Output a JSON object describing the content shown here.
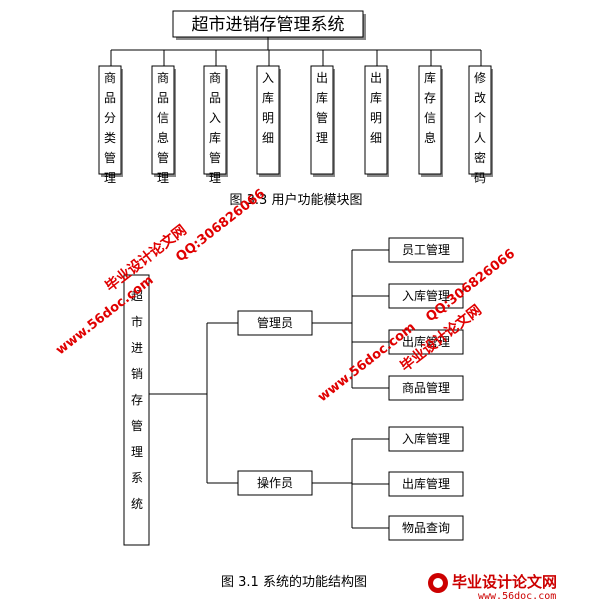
{
  "diagram1": {
    "title": "超市进销存管理系统",
    "modules": [
      "商品分类管理",
      "商品信息管理",
      "商品入库管理",
      "入库明细",
      "出库管理",
      "出库明细",
      "库存信息",
      "修改个人密码"
    ],
    "caption": "图 3.3 用户功能模块图"
  },
  "diagram2": {
    "root": "超市进销存管理系统",
    "groups": [
      {
        "label": "管理员",
        "items": [
          "员工管理",
          "入库管理",
          "出库管理",
          "商品管理"
        ]
      },
      {
        "label": "操作员",
        "items": [
          "入库管理",
          "出库管理",
          "物品查询"
        ]
      }
    ],
    "caption": "图 3.1 系统的功能结构图"
  },
  "watermarks": {
    "site": "www.56doc.com",
    "qq": "QQ:306826066",
    "brand": "毕业设计论文网"
  },
  "logo": {
    "text": "毕业设计论文网",
    "url": "www.56doc.com"
  }
}
